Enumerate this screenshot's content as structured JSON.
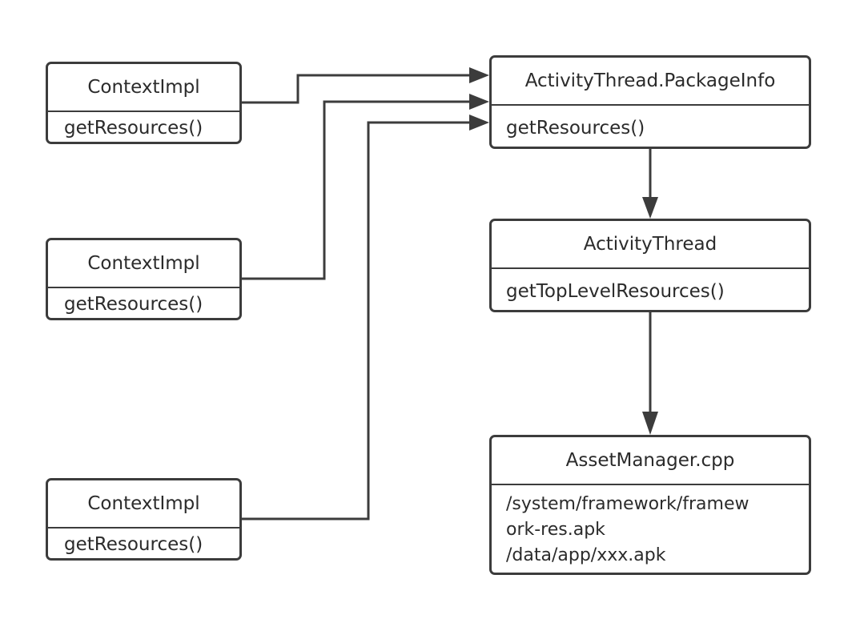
{
  "nodes": {
    "ctx1": {
      "title": "ContextImpl",
      "method": "getResources()"
    },
    "ctx2": {
      "title": "ContextImpl",
      "method": "getResources()"
    },
    "ctx3": {
      "title": "ContextImpl",
      "method": "getResources()"
    },
    "package_info": {
      "title": "ActivityThread.PackageInfo",
      "method": "getResources()"
    },
    "activity_thread": {
      "title": "ActivityThread",
      "method": "getTopLevelResources()"
    },
    "asset_manager": {
      "title": "AssetManager.cpp",
      "lines": [
        "/system/framework/framew",
        "ork-res.apk",
        "/data/app/xxx.apk"
      ]
    }
  },
  "colors": {
    "stroke": "#3c3c3c",
    "text": "#2b2b2b",
    "background": "#ffffff"
  }
}
